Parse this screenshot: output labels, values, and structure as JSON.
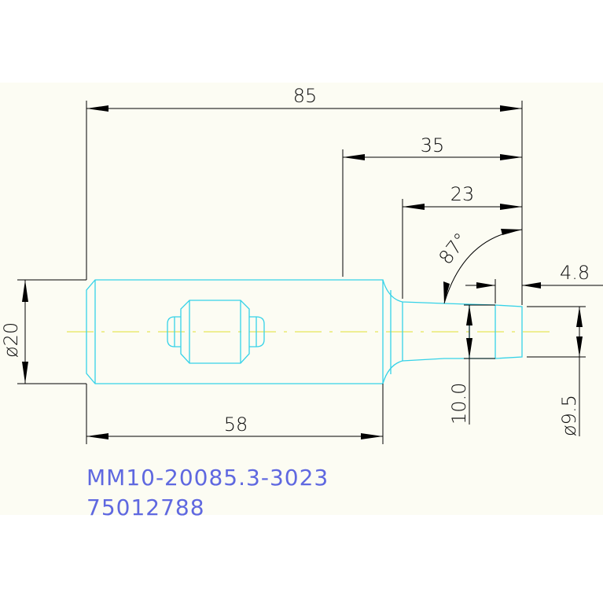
{
  "dimensions": {
    "overall_length": "85",
    "length_35": "35",
    "length_23": "23",
    "length_58": "58",
    "tip_4_8": "4.8",
    "angle_87": "87°",
    "dia_20": "ø20",
    "dia_10_0": "10.0",
    "dia_9_5": "ø9.5"
  },
  "labels": {
    "part_number": "MM10-20085.3-3023",
    "item_number": "75012788"
  },
  "colors": {
    "outline": "#35d2e8",
    "centerline": "#e6e65a",
    "part_text": "#5f68e0",
    "background": "#fcfcf3"
  }
}
